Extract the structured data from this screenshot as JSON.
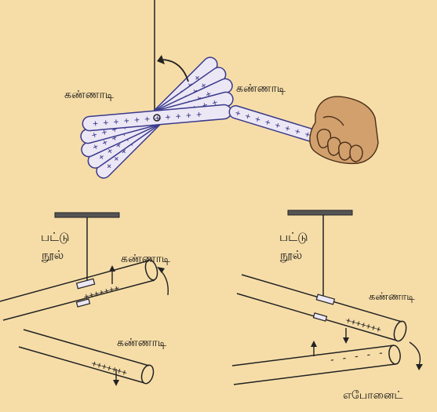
{
  "top_panel": {
    "label_left": "கண்ணாடி",
    "label_right": "கண்ணாடி"
  },
  "bottom_left_panel": {
    "thread_label_line1": "பட்டு",
    "thread_label_line2": "நூல்",
    "upper_rod_label": "கண்ணாடி",
    "lower_rod_label": "கண்ணாடி"
  },
  "bottom_right_panel": {
    "thread_label_line1": "பட்டு",
    "thread_label_line2": "நூல்",
    "upper_rod_label": "கண்ணாடி",
    "lower_rod_label": "எபோனைட்"
  },
  "colors": {
    "background": "#f6dda8",
    "rod_outline": "#3a3a8c",
    "rod_fill": "#ece7f4",
    "hand_skin": "#d2a06d",
    "line": "#222222"
  }
}
